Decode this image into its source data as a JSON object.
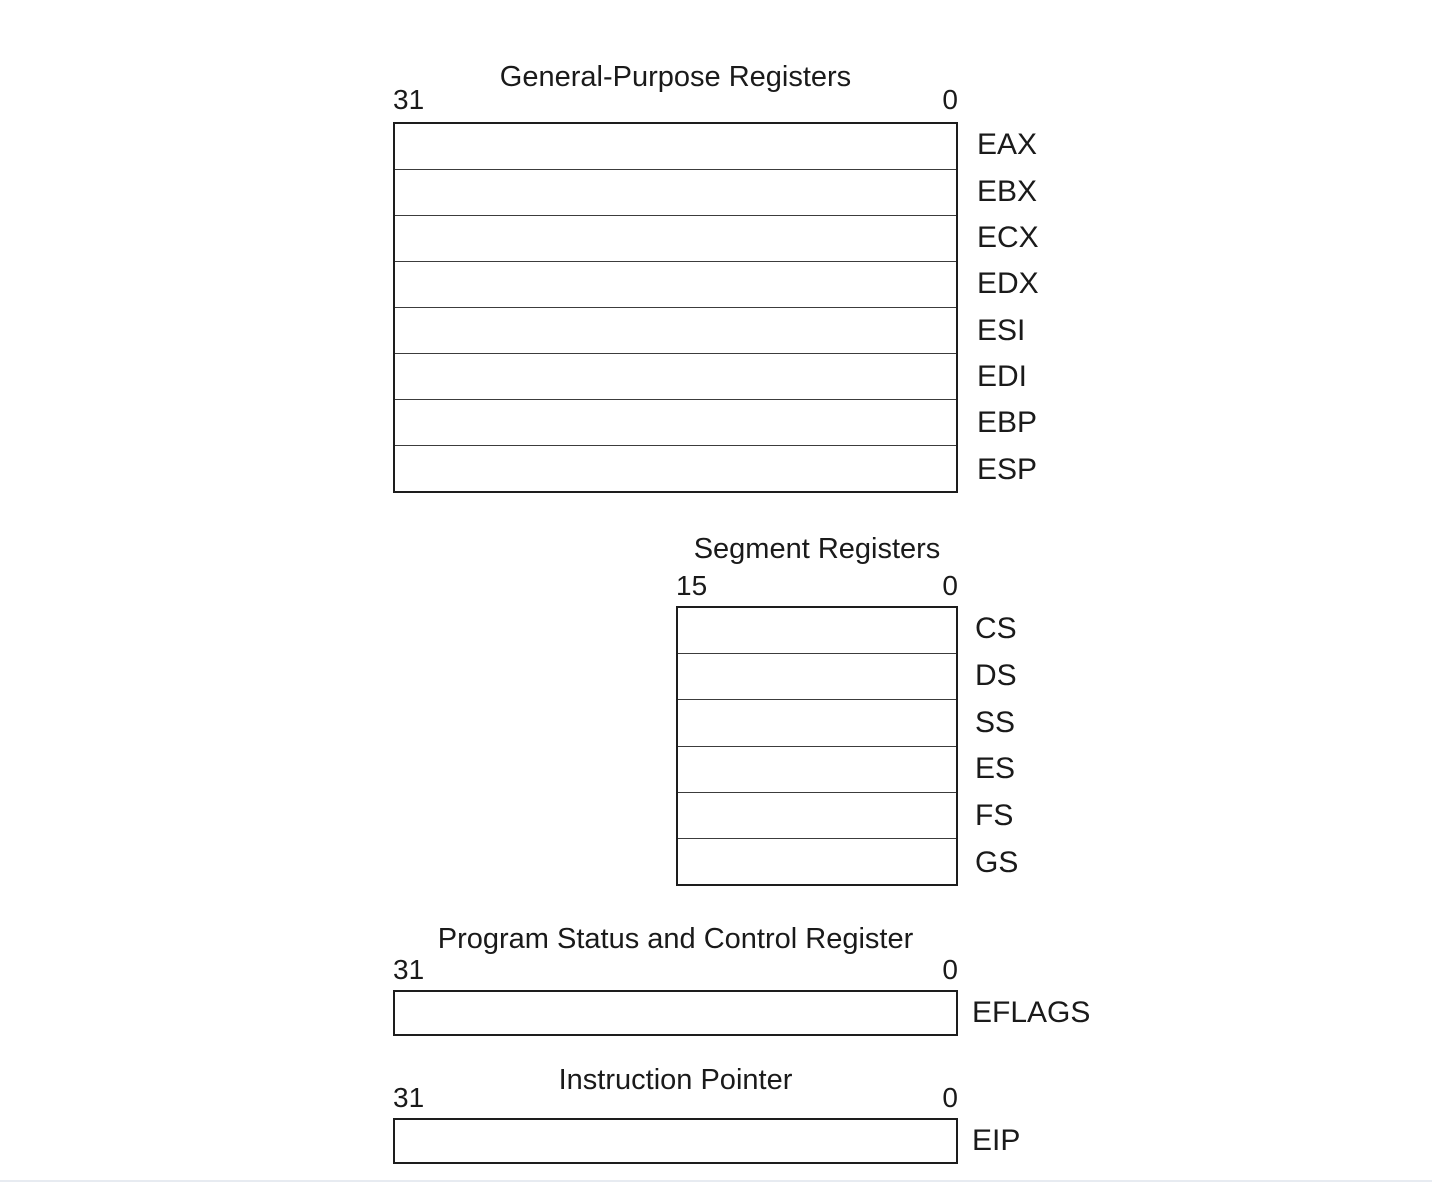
{
  "page": {
    "background": "#ffffff",
    "line_color": "#1d1d1d",
    "text_color": "#1a1a1a"
  },
  "sections": {
    "general_purpose": {
      "title": "General-Purpose Registers",
      "bit_high": "31",
      "bit_low": "0",
      "registers": [
        "EAX",
        "EBX",
        "ECX",
        "EDX",
        "ESI",
        "EDI",
        "EBP",
        "ESP"
      ]
    },
    "segment": {
      "title": "Segment Registers",
      "bit_high": "15",
      "bit_low": "0",
      "registers": [
        "CS",
        "DS",
        "SS",
        "ES",
        "FS",
        "GS"
      ]
    },
    "eflags": {
      "title": "Program Status and Control Register",
      "bit_high": "31",
      "bit_low": "0",
      "register": "EFLAGS"
    },
    "eip": {
      "title": "Instruction Pointer",
      "bit_high": "31",
      "bit_low": "0",
      "register": "EIP"
    }
  }
}
